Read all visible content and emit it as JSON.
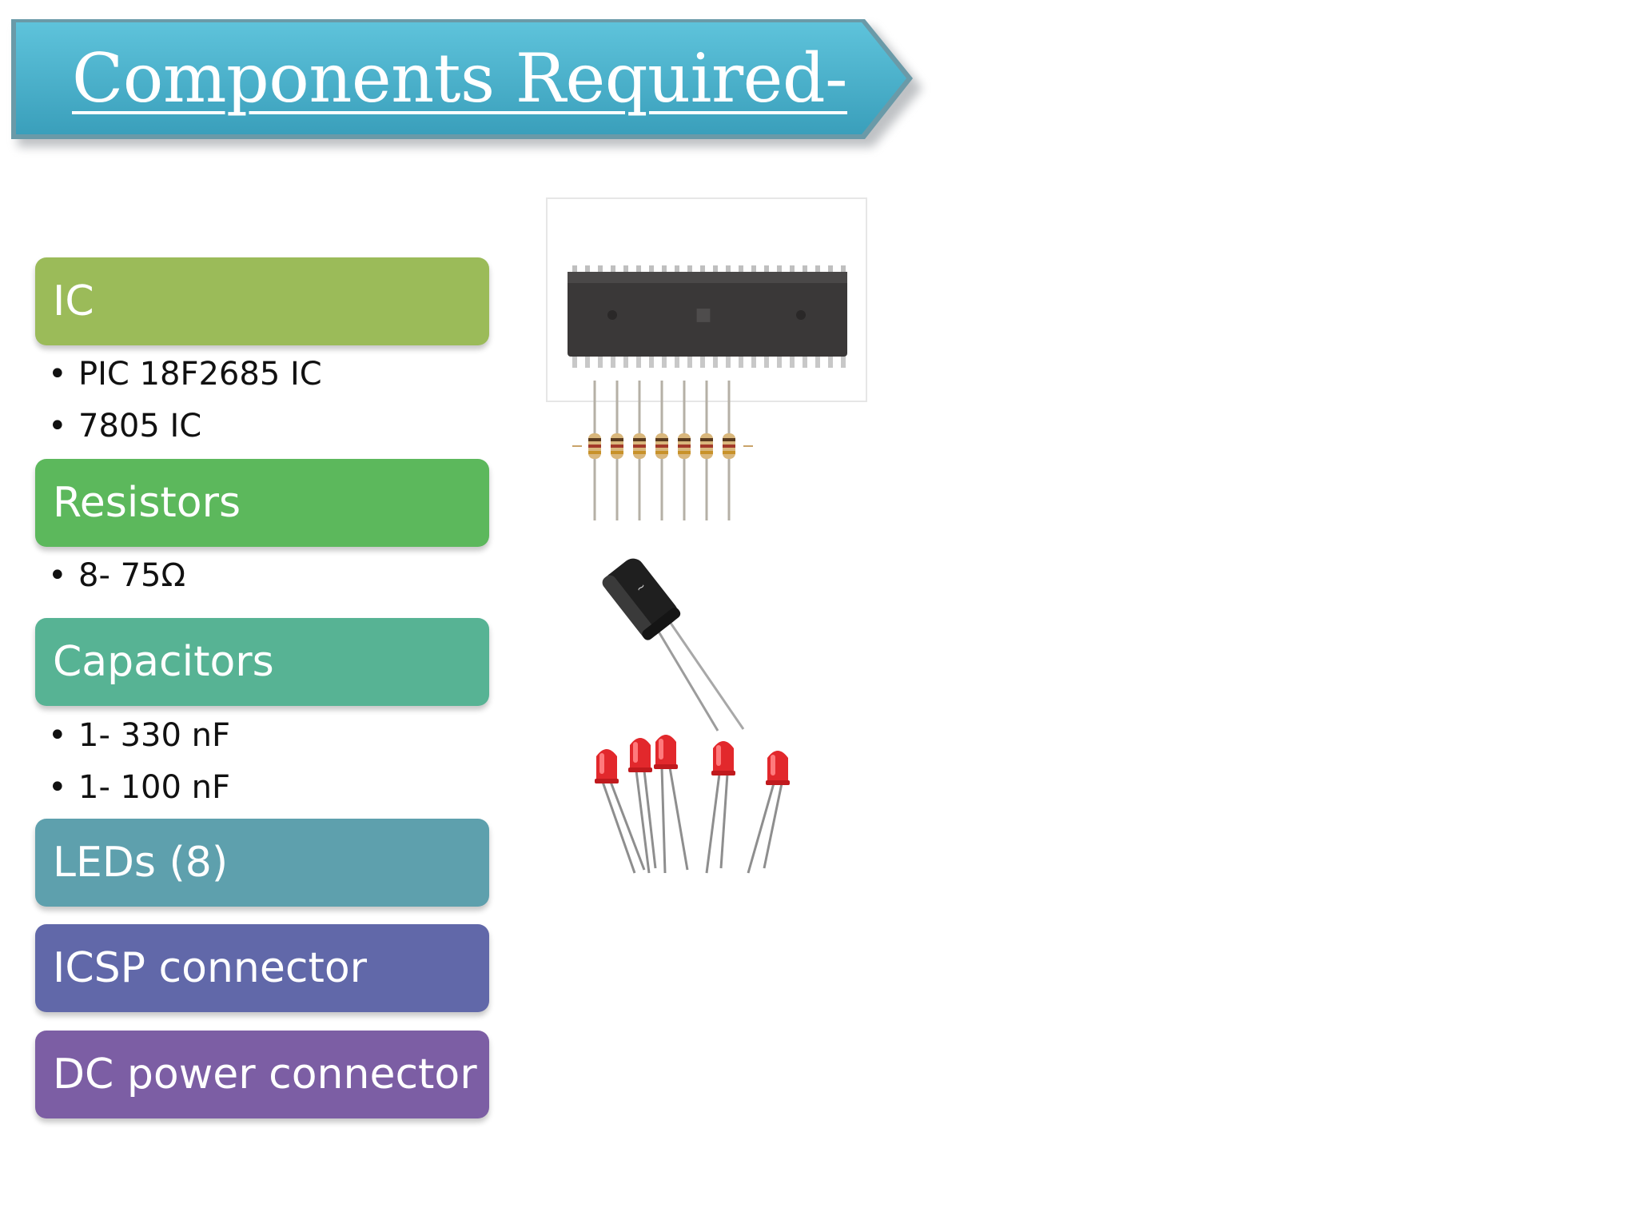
{
  "slide": {
    "title": "Components Required-",
    "banner_color": "#4aacc6",
    "categories": [
      {
        "label": "IC",
        "color": "#9bbb59",
        "items": [
          "PIC 18F2685 IC",
          "7805 IC"
        ]
      },
      {
        "label": "Resistors",
        "color": "#5cb85c",
        "items": [
          "8- 75Ω"
        ]
      },
      {
        "label": "Capacitors",
        "color": "#57b394",
        "items": [
          "1- 330 nF",
          "1- 100 nF"
        ]
      },
      {
        "label": "LEDs (8)",
        "color": "#5ea0ad",
        "items": []
      },
      {
        "label": "ICSP connector",
        "color": "#6168a9",
        "items": []
      },
      {
        "label": "DC power connector",
        "color": "#7c5ea4",
        "items": []
      }
    ],
    "bullet_char": "•",
    "images": [
      "ic-chip-photo",
      "resistors-photo",
      "capacitor-photo",
      "leds-photo"
    ]
  }
}
